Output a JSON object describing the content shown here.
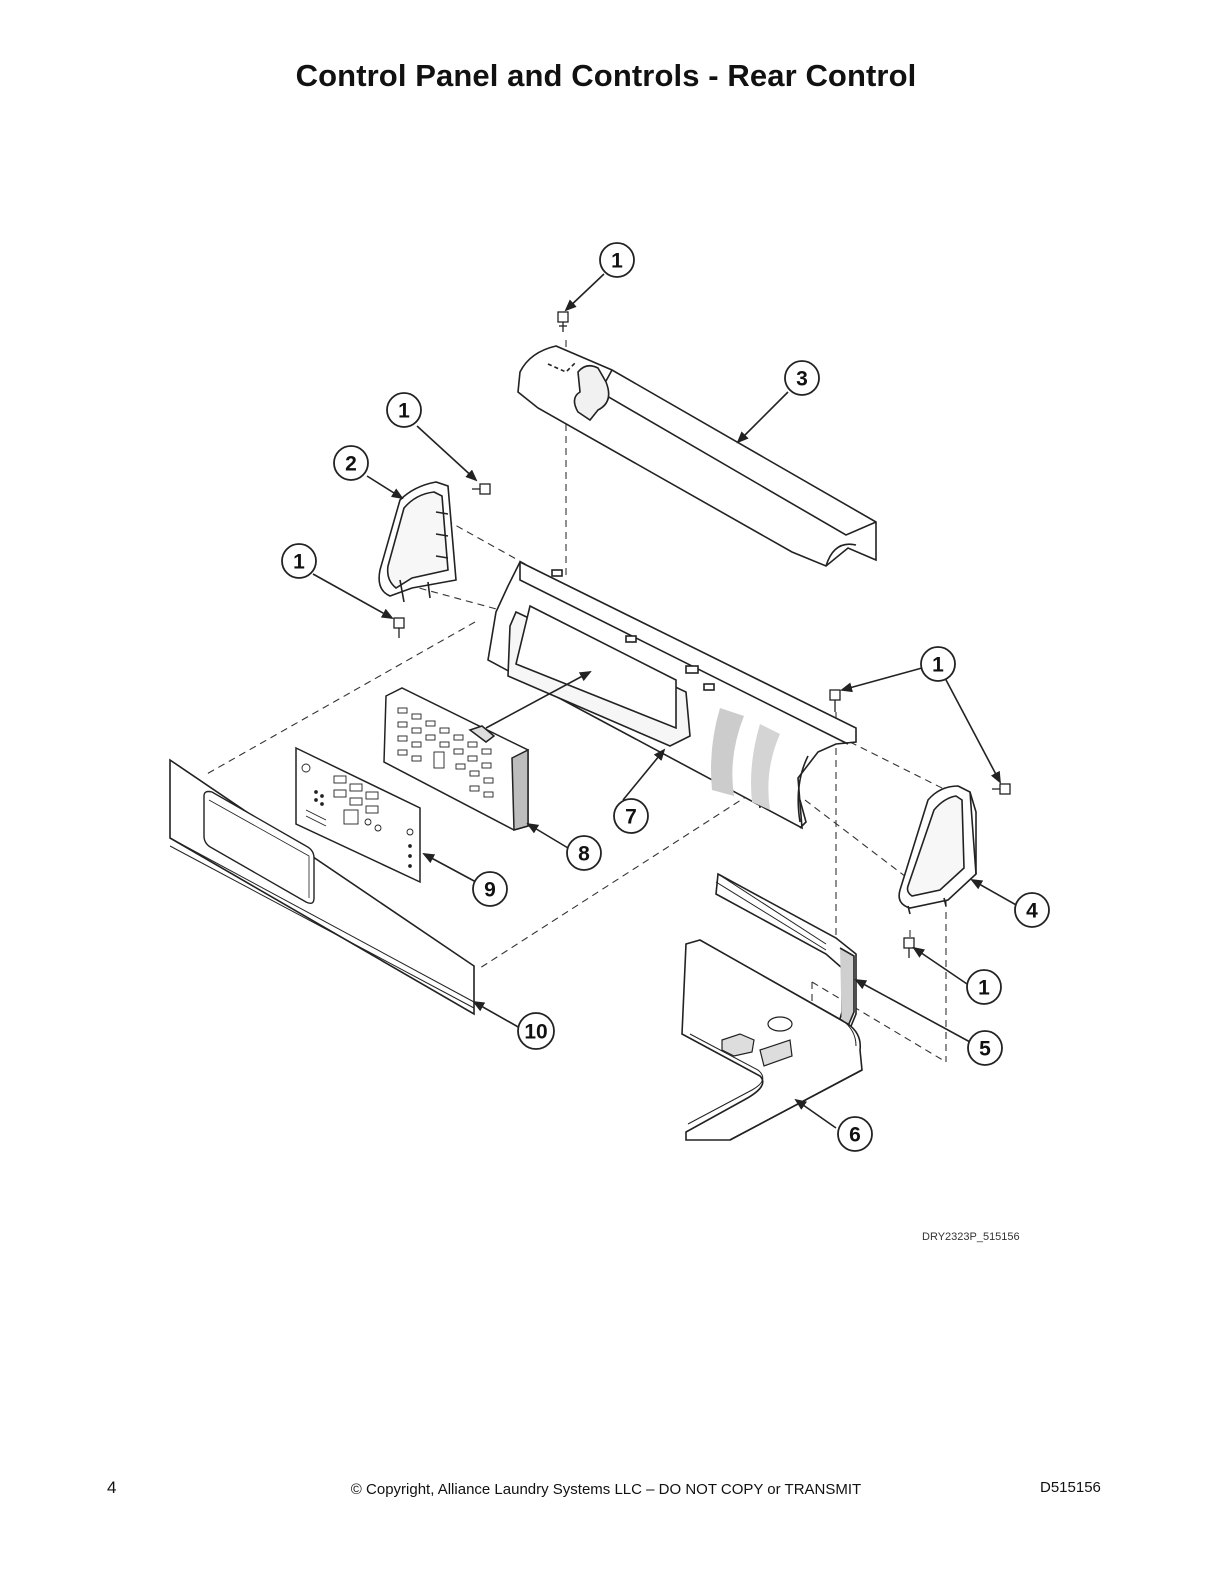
{
  "page": {
    "title": "Control Panel and Controls - Rear Control",
    "diagram_code": "DRY2323P_515156",
    "page_number": "4",
    "copyright": "© Copyright, Alliance Laundry Systems LLC – DO NOT COPY or TRANSMIT",
    "doc_number": "D515156"
  },
  "callouts": [
    {
      "id": "c1a",
      "label": "1"
    },
    {
      "id": "c1b",
      "label": "1"
    },
    {
      "id": "c1c",
      "label": "1"
    },
    {
      "id": "c1d",
      "label": "1"
    },
    {
      "id": "c1e",
      "label": "1"
    },
    {
      "id": "c2",
      "label": "2"
    },
    {
      "id": "c3",
      "label": "3"
    },
    {
      "id": "c4",
      "label": "4"
    },
    {
      "id": "c5",
      "label": "5"
    },
    {
      "id": "c6",
      "label": "6"
    },
    {
      "id": "c7",
      "label": "7"
    },
    {
      "id": "c8",
      "label": "8"
    },
    {
      "id": "c9",
      "label": "9"
    },
    {
      "id": "c10",
      "label": "10"
    }
  ],
  "colors": {
    "line": "#222222",
    "panel_fill": "#f4f4f4",
    "shade": "#bdbdbd"
  }
}
